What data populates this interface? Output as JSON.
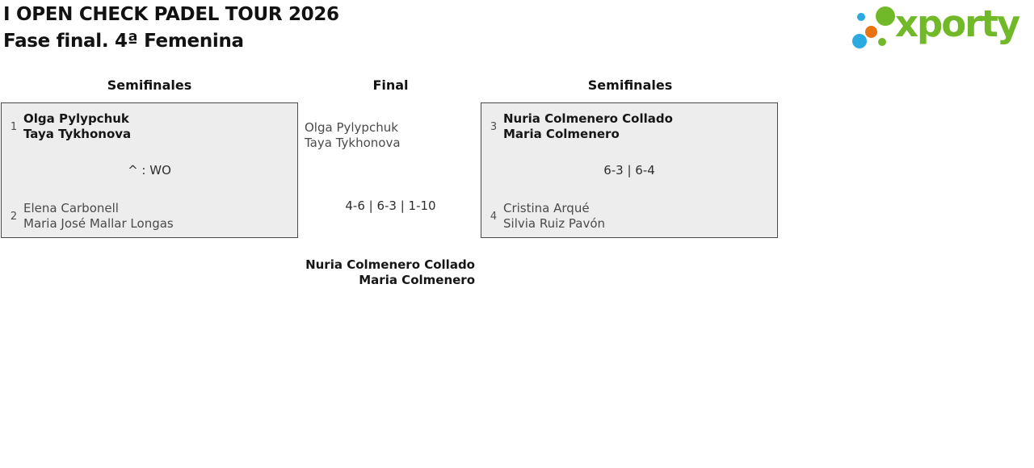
{
  "header": {
    "title_line1": "I OPEN CHECK PADEL TOUR 2026",
    "title_line2": "Fase final. 4ª Femenina"
  },
  "logo": {
    "text": "xporty",
    "brand_green": "#72b92a",
    "brand_blue": "#2ba9e1",
    "brand_orange": "#e87411"
  },
  "bracket": {
    "box_background": "#ededed",
    "box_border": "#4a4a4a",
    "winner_text_color": "#161616",
    "loser_text_color": "#4a4a4a",
    "rounds": [
      {
        "label": "Semifinales"
      },
      {
        "label": "Final"
      },
      {
        "label": "Semifinales"
      }
    ],
    "matches": {
      "semi_left": {
        "team1": {
          "seed": "1",
          "players": [
            "Olga Pylypchuk",
            "Taya Tykhonova"
          ]
        },
        "score": "^ : WO",
        "team2": {
          "seed": "2",
          "players": [
            "Elena Carbonell",
            "Maria José Mallar Longas"
          ]
        }
      },
      "semi_right": {
        "team1": {
          "seed": "3",
          "players": [
            "Nuria Colmenero Collado",
            "Maria Colmenero"
          ]
        },
        "score": "6-3 | 6-4",
        "team2": {
          "seed": "4",
          "players": [
            "Cristina Arqué",
            "Silvia Ruiz Pavón"
          ]
        }
      },
      "final": {
        "team_top": {
          "players": [
            "Olga Pylypchuk",
            "Taya Tykhonova"
          ]
        },
        "score": "4-6 | 6-3 | 1-10",
        "champion": {
          "players": [
            "Nuria Colmenero Collado",
            "Maria Colmenero"
          ]
        }
      }
    }
  }
}
